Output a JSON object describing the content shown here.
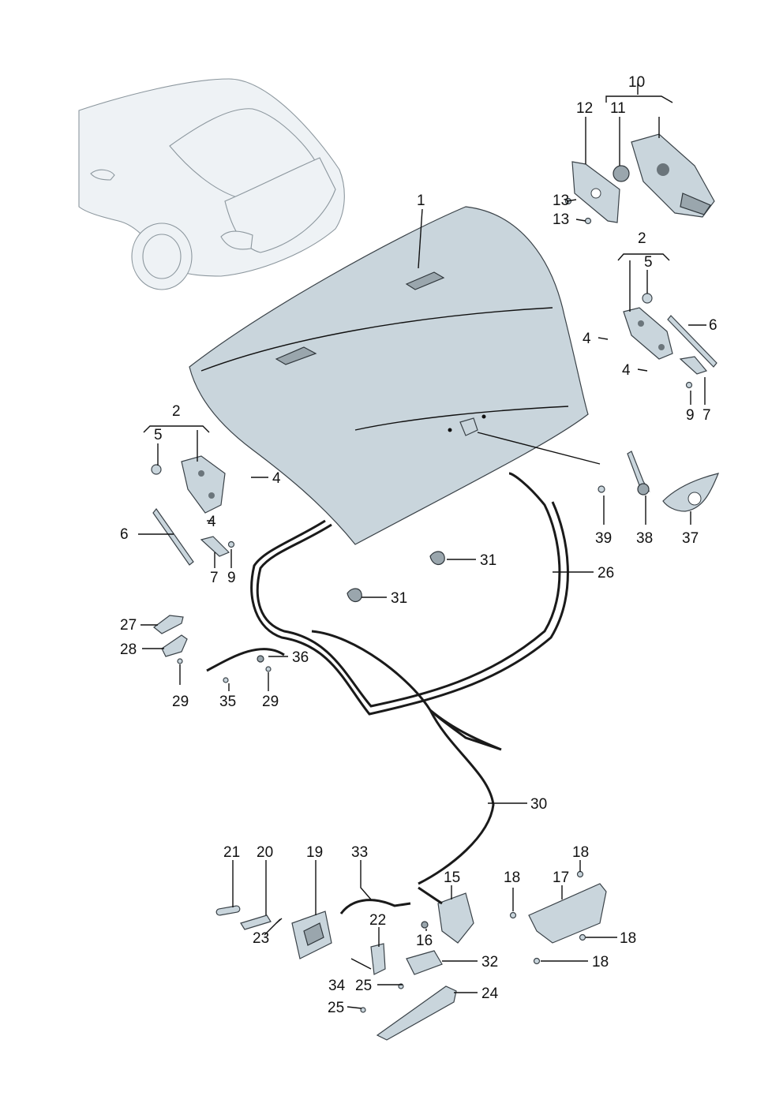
{
  "callouts": [
    {
      "id": "c1",
      "text": "1"
    },
    {
      "id": "c2a",
      "text": "2"
    },
    {
      "id": "c2b",
      "text": "2"
    },
    {
      "id": "c4a",
      "text": "4"
    },
    {
      "id": "c4b",
      "text": "4"
    },
    {
      "id": "c4c",
      "text": "4"
    },
    {
      "id": "c4d",
      "text": "4"
    },
    {
      "id": "c5a",
      "text": "5"
    },
    {
      "id": "c5b",
      "text": "5"
    },
    {
      "id": "c6a",
      "text": "6"
    },
    {
      "id": "c6b",
      "text": "6"
    },
    {
      "id": "c7a",
      "text": "7"
    },
    {
      "id": "c7b",
      "text": "7"
    },
    {
      "id": "c9a",
      "text": "9"
    },
    {
      "id": "c9b",
      "text": "9"
    },
    {
      "id": "c10",
      "text": "10"
    },
    {
      "id": "c11",
      "text": "11"
    },
    {
      "id": "c12",
      "text": "12"
    },
    {
      "id": "c13a",
      "text": "13"
    },
    {
      "id": "c13b",
      "text": "13"
    },
    {
      "id": "c15",
      "text": "15"
    },
    {
      "id": "c16",
      "text": "16"
    },
    {
      "id": "c17",
      "text": "17"
    },
    {
      "id": "c18a",
      "text": "18"
    },
    {
      "id": "c18b",
      "text": "18"
    },
    {
      "id": "c18c",
      "text": "18"
    },
    {
      "id": "c18d",
      "text": "18"
    },
    {
      "id": "c19",
      "text": "19"
    },
    {
      "id": "c20",
      "text": "20"
    },
    {
      "id": "c21",
      "text": "21"
    },
    {
      "id": "c22",
      "text": "22"
    },
    {
      "id": "c23",
      "text": "23"
    },
    {
      "id": "c24",
      "text": "24"
    },
    {
      "id": "c25a",
      "text": "25"
    },
    {
      "id": "c25b",
      "text": "25"
    },
    {
      "id": "c26",
      "text": "26"
    },
    {
      "id": "c27",
      "text": "27"
    },
    {
      "id": "c28",
      "text": "28"
    },
    {
      "id": "c29a",
      "text": "29"
    },
    {
      "id": "c29b",
      "text": "29"
    },
    {
      "id": "c30",
      "text": "30"
    },
    {
      "id": "c31a",
      "text": "31"
    },
    {
      "id": "c31b",
      "text": "31"
    },
    {
      "id": "c32",
      "text": "32"
    },
    {
      "id": "c33",
      "text": "33"
    },
    {
      "id": "c34",
      "text": "34"
    },
    {
      "id": "c35",
      "text": "35"
    },
    {
      "id": "c36",
      "text": "36"
    },
    {
      "id": "c37",
      "text": "37"
    },
    {
      "id": "c38",
      "text": "38"
    },
    {
      "id": "c39",
      "text": "39"
    }
  ],
  "colors": {
    "part_fill": "#c9d5dc",
    "part_dark": "#9aa6ad",
    "outline": "#3a4248",
    "label": "#111111"
  }
}
